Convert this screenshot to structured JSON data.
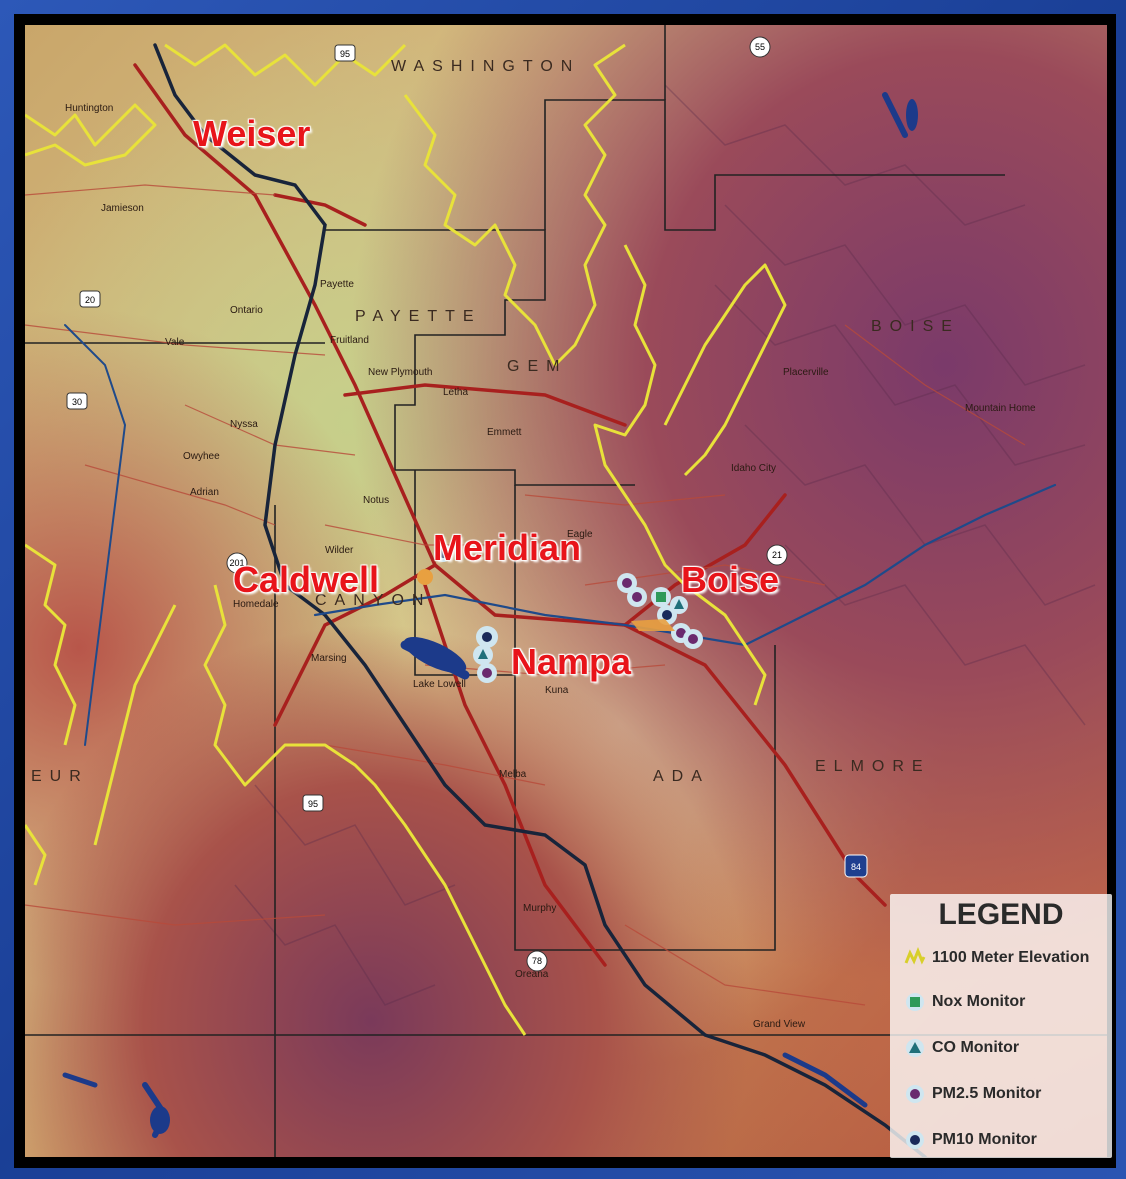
{
  "cities": {
    "weiser": "Weiser",
    "meridian": "Meridian",
    "caldwell": "Caldwell",
    "boise": "Boise",
    "nampa": "Nampa"
  },
  "counties": {
    "payette": "PAYETTE",
    "gem": "GEM",
    "canyon": "CANYON",
    "ada": "ADA",
    "elmore": "ELMORE",
    "boise": "BOISE",
    "washington": "WASHINGTON",
    "owyhee_partial": "EUR"
  },
  "places": {
    "payette": "Payette",
    "ontario": "Ontario",
    "fruitland": "Fruitland",
    "new_plymouth": "New Plymouth",
    "letha": "Letha",
    "emmett": "Emmett",
    "nyssa": "Nyssa",
    "vale": "Vale",
    "owyhee": "Owyhee",
    "adrian": "Adrian",
    "notus": "Notus",
    "wilder": "Wilder",
    "homedale": "Homedale",
    "marsing": "Marsing",
    "eagle": "Eagle",
    "kuna": "Kuna",
    "melba": "Melba",
    "murphy": "Murphy",
    "oreana": "Oreana",
    "grand_view": "Grand View",
    "mountain_home": "Mountain Home",
    "lake_lowell": "Lake Lowell",
    "jamieson": "Jamieson",
    "huntington": "Huntington",
    "placerville": "Placerville",
    "idaho_city": "Idaho City"
  },
  "highways": [
    "95",
    "30",
    "201",
    "20",
    "55",
    "21",
    "78",
    "84",
    "95"
  ],
  "legend": {
    "title": "LEGEND",
    "items": [
      {
        "label": "1100 Meter Elevation",
        "icon": "elevation-contour-icon",
        "color": "#e8e23a"
      },
      {
        "label": "Nox Monitor",
        "icon": "square-icon",
        "color": "#2e9a5a"
      },
      {
        "label": "CO Monitor",
        "icon": "triangle-icon",
        "color": "#1f6f7a"
      },
      {
        "label": "PM2.5 Monitor",
        "icon": "circle-icon",
        "color": "#6a2a6e"
      },
      {
        "label": "PM10 Monitor",
        "icon": "circle-icon",
        "color": "#1a2a5a"
      }
    ]
  },
  "colors": {
    "frame": "#1f3f8f",
    "city_label": "#e8141a",
    "elevation_contour": "#e8e23a",
    "river": "#1a2a40",
    "highway": "#a8201e"
  }
}
